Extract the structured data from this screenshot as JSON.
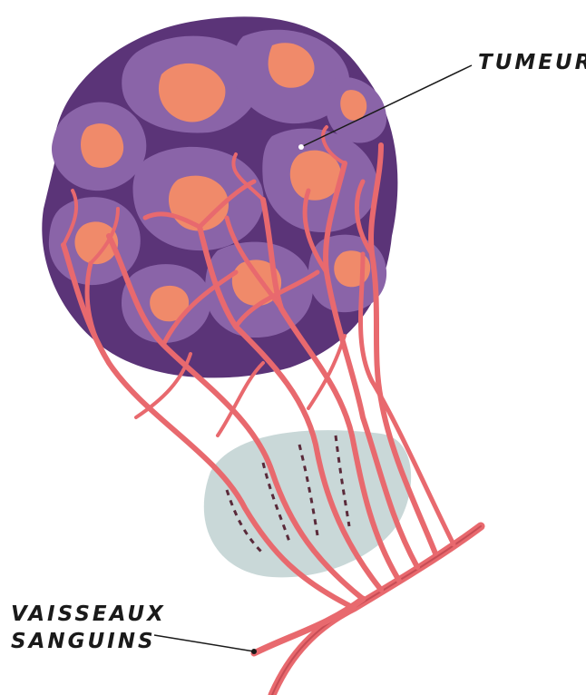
{
  "labels": {
    "tumor": "TUMEUR",
    "blood_vessels_line1": "VAISSEAUX",
    "blood_vessels_line2": "SANGUINS"
  },
  "colors": {
    "tumor_purple": "#7a4f9a",
    "tumor_purple_dark": "#5b3478",
    "tumor_purple_light": "#9a76b5",
    "tumor_core": "#f08a6a",
    "vessel": "#e8696e",
    "vessel_dark": "#c74d55",
    "tissue_patch": "#c9d8d8",
    "leader_line": "#1a1a1a"
  }
}
